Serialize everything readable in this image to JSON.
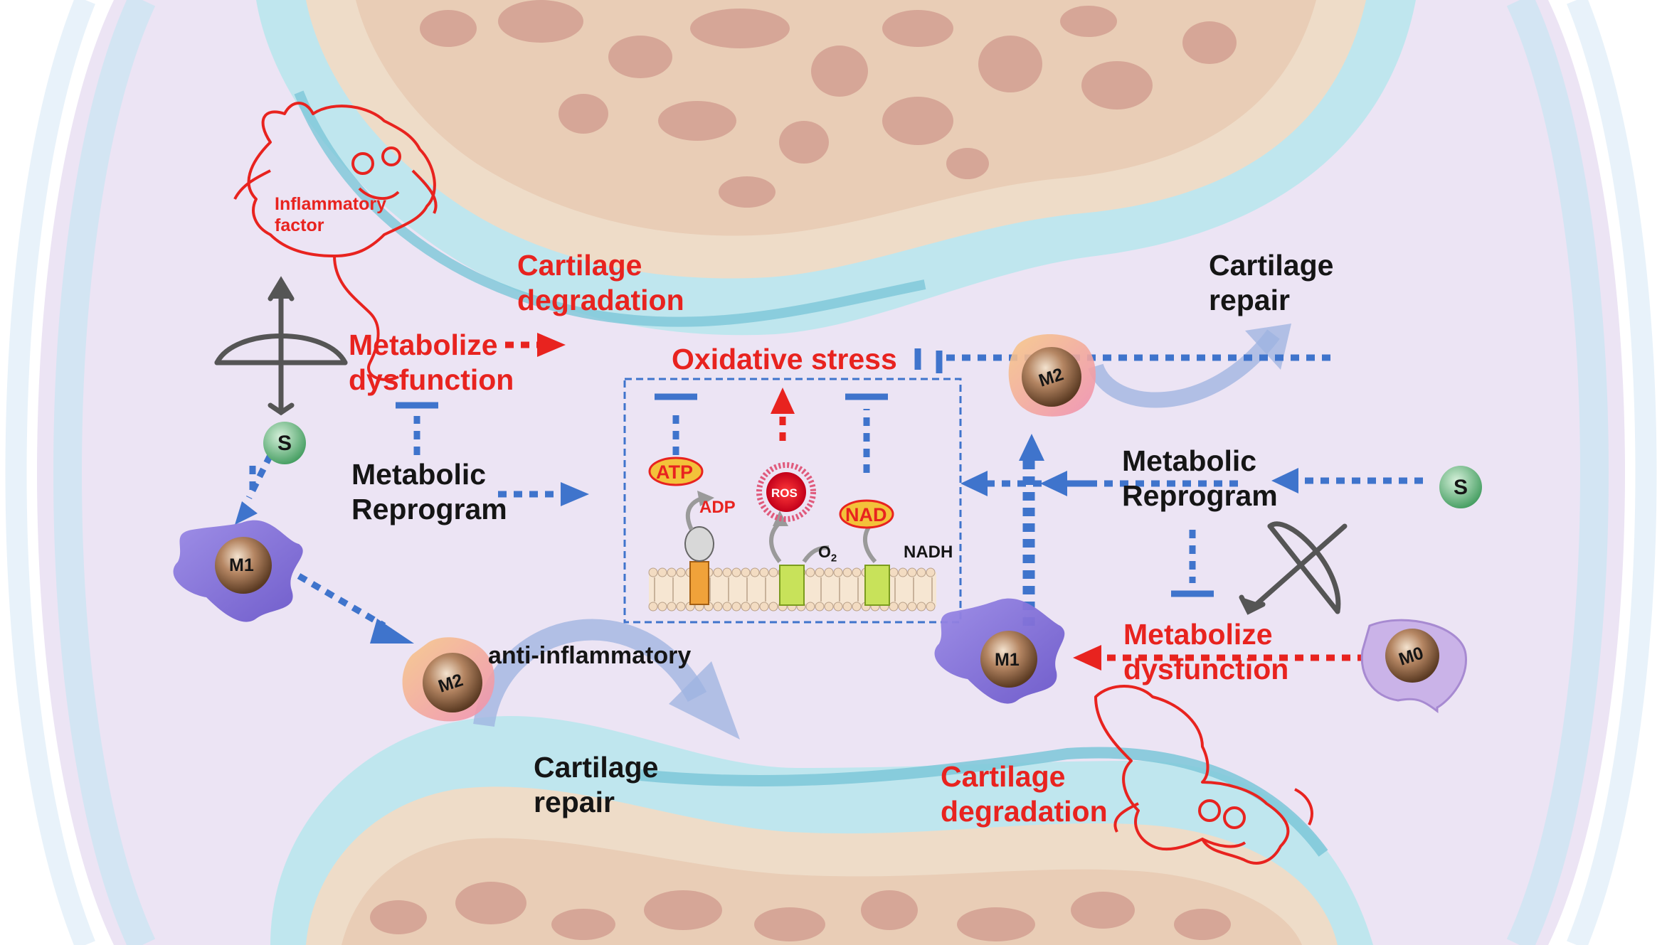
{
  "labels": {
    "cartilage_degradation_top": [
      "Cartilage",
      "degradation"
    ],
    "cartilage_repair_top": [
      "Cartilage",
      "repair"
    ],
    "metabolize_dysfunction_left": [
      "Metabolize",
      "dysfunction"
    ],
    "metabolic_reprogram_left": [
      "Metabolic",
      "Reprogram"
    ],
    "inflammatory_factor": [
      "Inflammatory",
      "factor"
    ],
    "oxidative_stress": "Oxidative stress",
    "metabolic_reprogram_right": [
      "Metabolic",
      "Reprogram"
    ],
    "metabolize_dysfunction_right": [
      "Metabolize",
      "dysfunction"
    ],
    "anti_inflammatory": "anti-inflammatory",
    "cartilage_repair_bottom": [
      "Cartilage",
      "repair"
    ],
    "cartilage_degradation_bottom": [
      "Cartilage",
      "degradation"
    ],
    "atp": "ATP",
    "adp": "ADP",
    "ros": "ROS",
    "nad": "NAD",
    "o2": "O",
    "o2_sub": "2",
    "nadh": "NADH"
  },
  "cells": {
    "m1_left": "M1",
    "m2_left": "M2",
    "m2_right": "M2",
    "m1_right": "M1",
    "m0": "M0",
    "s_left": "S",
    "s_right": "S"
  },
  "colors": {
    "red_text": "#e8231f",
    "blue_arrow": "#3f74cc",
    "cartilage": "#bfe6ee",
    "bone": "#eedcc8",
    "marrow": "#d4a294",
    "joint_background": "#ece4f4"
  }
}
